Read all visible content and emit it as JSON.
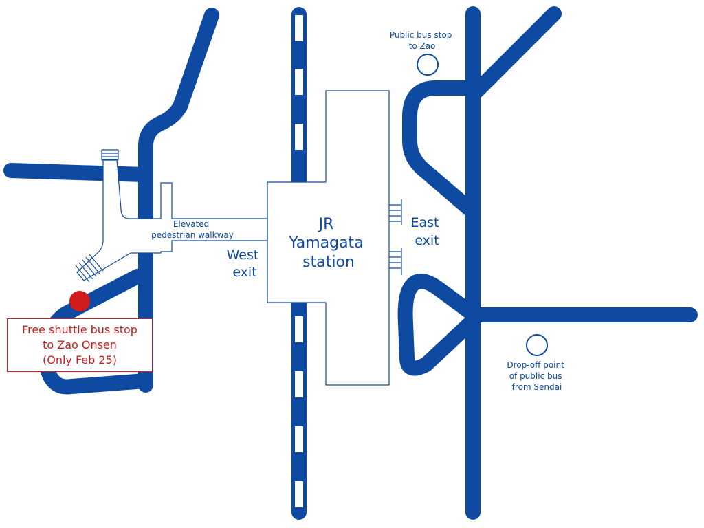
{
  "colors": {
    "road": "#0e4aa2",
    "accent": "#d11c1c",
    "background": "#ffffff"
  },
  "station": {
    "name_lines": [
      "JR",
      "Yamagata",
      "station"
    ]
  },
  "exits": {
    "west_lines": [
      "West",
      "exit"
    ],
    "east_lines": [
      "East",
      "exit"
    ]
  },
  "walkway": {
    "label_lines": [
      "Elevated",
      "pedestrian walkway"
    ]
  },
  "markers": {
    "public_bus_stop": {
      "icon": "circle-outline",
      "label_lines": [
        "Public bus  stop",
        "to Zao"
      ]
    },
    "drop_off_point": {
      "icon": "circle-outline",
      "label_lines": [
        "Drop-off point",
        "of public bus",
        "from Sendai"
      ]
    },
    "shuttle_bus_stop": {
      "icon": "red-dot",
      "label_lines": [
        "Free shuttle bus stop",
        "to Zao Onsen",
        "(Only Feb 25)"
      ]
    }
  },
  "railway": {
    "style": "blue-white-dashed"
  }
}
